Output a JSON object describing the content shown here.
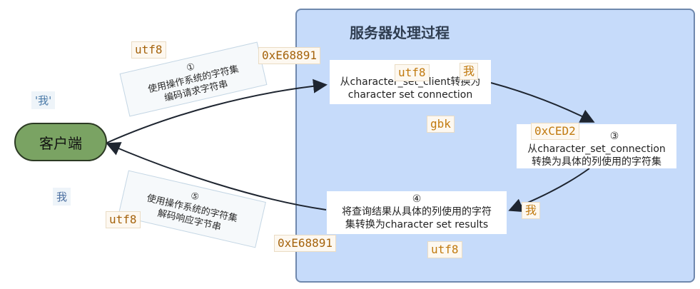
{
  "server": {
    "title": "服务器处理过程"
  },
  "client": {
    "label": "客户端"
  },
  "notes": {
    "step1": {
      "num": "①",
      "line1": "使用操作系统的字符集",
      "line2": "编码请求字符串"
    },
    "step5": {
      "num": "⑤",
      "line1": "使用操作系统的字符集",
      "line2": "解码响应字节串"
    }
  },
  "boxes": {
    "step1": {
      "line1": "从character_set_client转换为",
      "line2": "character set connection"
    },
    "step3": {
      "num": "③",
      "line1": "从character_set_connection",
      "line2": "转换为具体的列使用的字符集"
    },
    "step4": {
      "num": "④",
      "line1": "将查询结果从具体的列使用的字符",
      "line2": "集转换为character set results"
    }
  },
  "tags": {
    "utf8_top": "utf8",
    "hex_top": "0xE68891",
    "utf8_server": "utf8",
    "wo_server": "我",
    "gbk": "gbk",
    "hex_ced2": "0xCED2",
    "wo_right": "我",
    "utf8_left": "utf8",
    "hex_bottom": "0xE68891",
    "utf8_bottom": "utf8"
  },
  "labels": {
    "quoted_wo": "'我'",
    "plain_wo": "我"
  },
  "colors": {
    "panel": "#c6dbfa",
    "client": "#7aa363",
    "tag_text": "#c17a0f"
  }
}
